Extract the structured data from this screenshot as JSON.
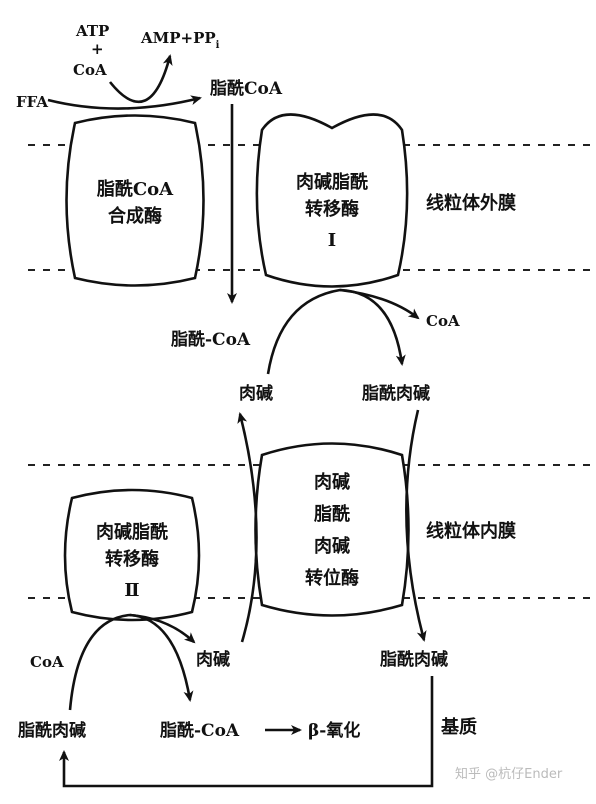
{
  "inputs": {
    "atp": "ATP",
    "plus": "+",
    "coa_top": "CoA",
    "amp_ppi": "AMP+PP",
    "amp_ppi_sub": "i",
    "ffa": "FFA",
    "acyl_coa_top": "脂酰CoA"
  },
  "enzymes": {
    "acyl_coa_synthetase": [
      "脂酰CoA",
      "合成酶"
    ],
    "cpt1": [
      "肉碱脂酰",
      "转移酶",
      "Ⅰ"
    ],
    "translocase": [
      "肉碱",
      "脂酰",
      "肉碱",
      "转位酶"
    ],
    "cpt2": [
      "肉碱脂酰",
      "转移酶",
      "Ⅱ"
    ]
  },
  "membranes": {
    "outer": "线粒体外膜",
    "inner": "线粒体内膜",
    "matrix": "基质"
  },
  "labels": {
    "acyl_coa_cytosol": "脂酰-CoA",
    "coa_released_1": "CoA",
    "carnitine_ims": "肉碱",
    "acylcarnitine_ims": "脂酰肉碱",
    "coa_matrix": "CoA",
    "carnitine_matrix": "肉碱",
    "acylcarnitine_matrix_in": "脂酰肉碱",
    "acylcarnitine_matrix": "脂酰肉碱",
    "acyl_coa_matrix": "脂酰-CoA",
    "beta_oxidation": "β-氧化"
  },
  "watermark": "知乎 @杭仔Ender"
}
